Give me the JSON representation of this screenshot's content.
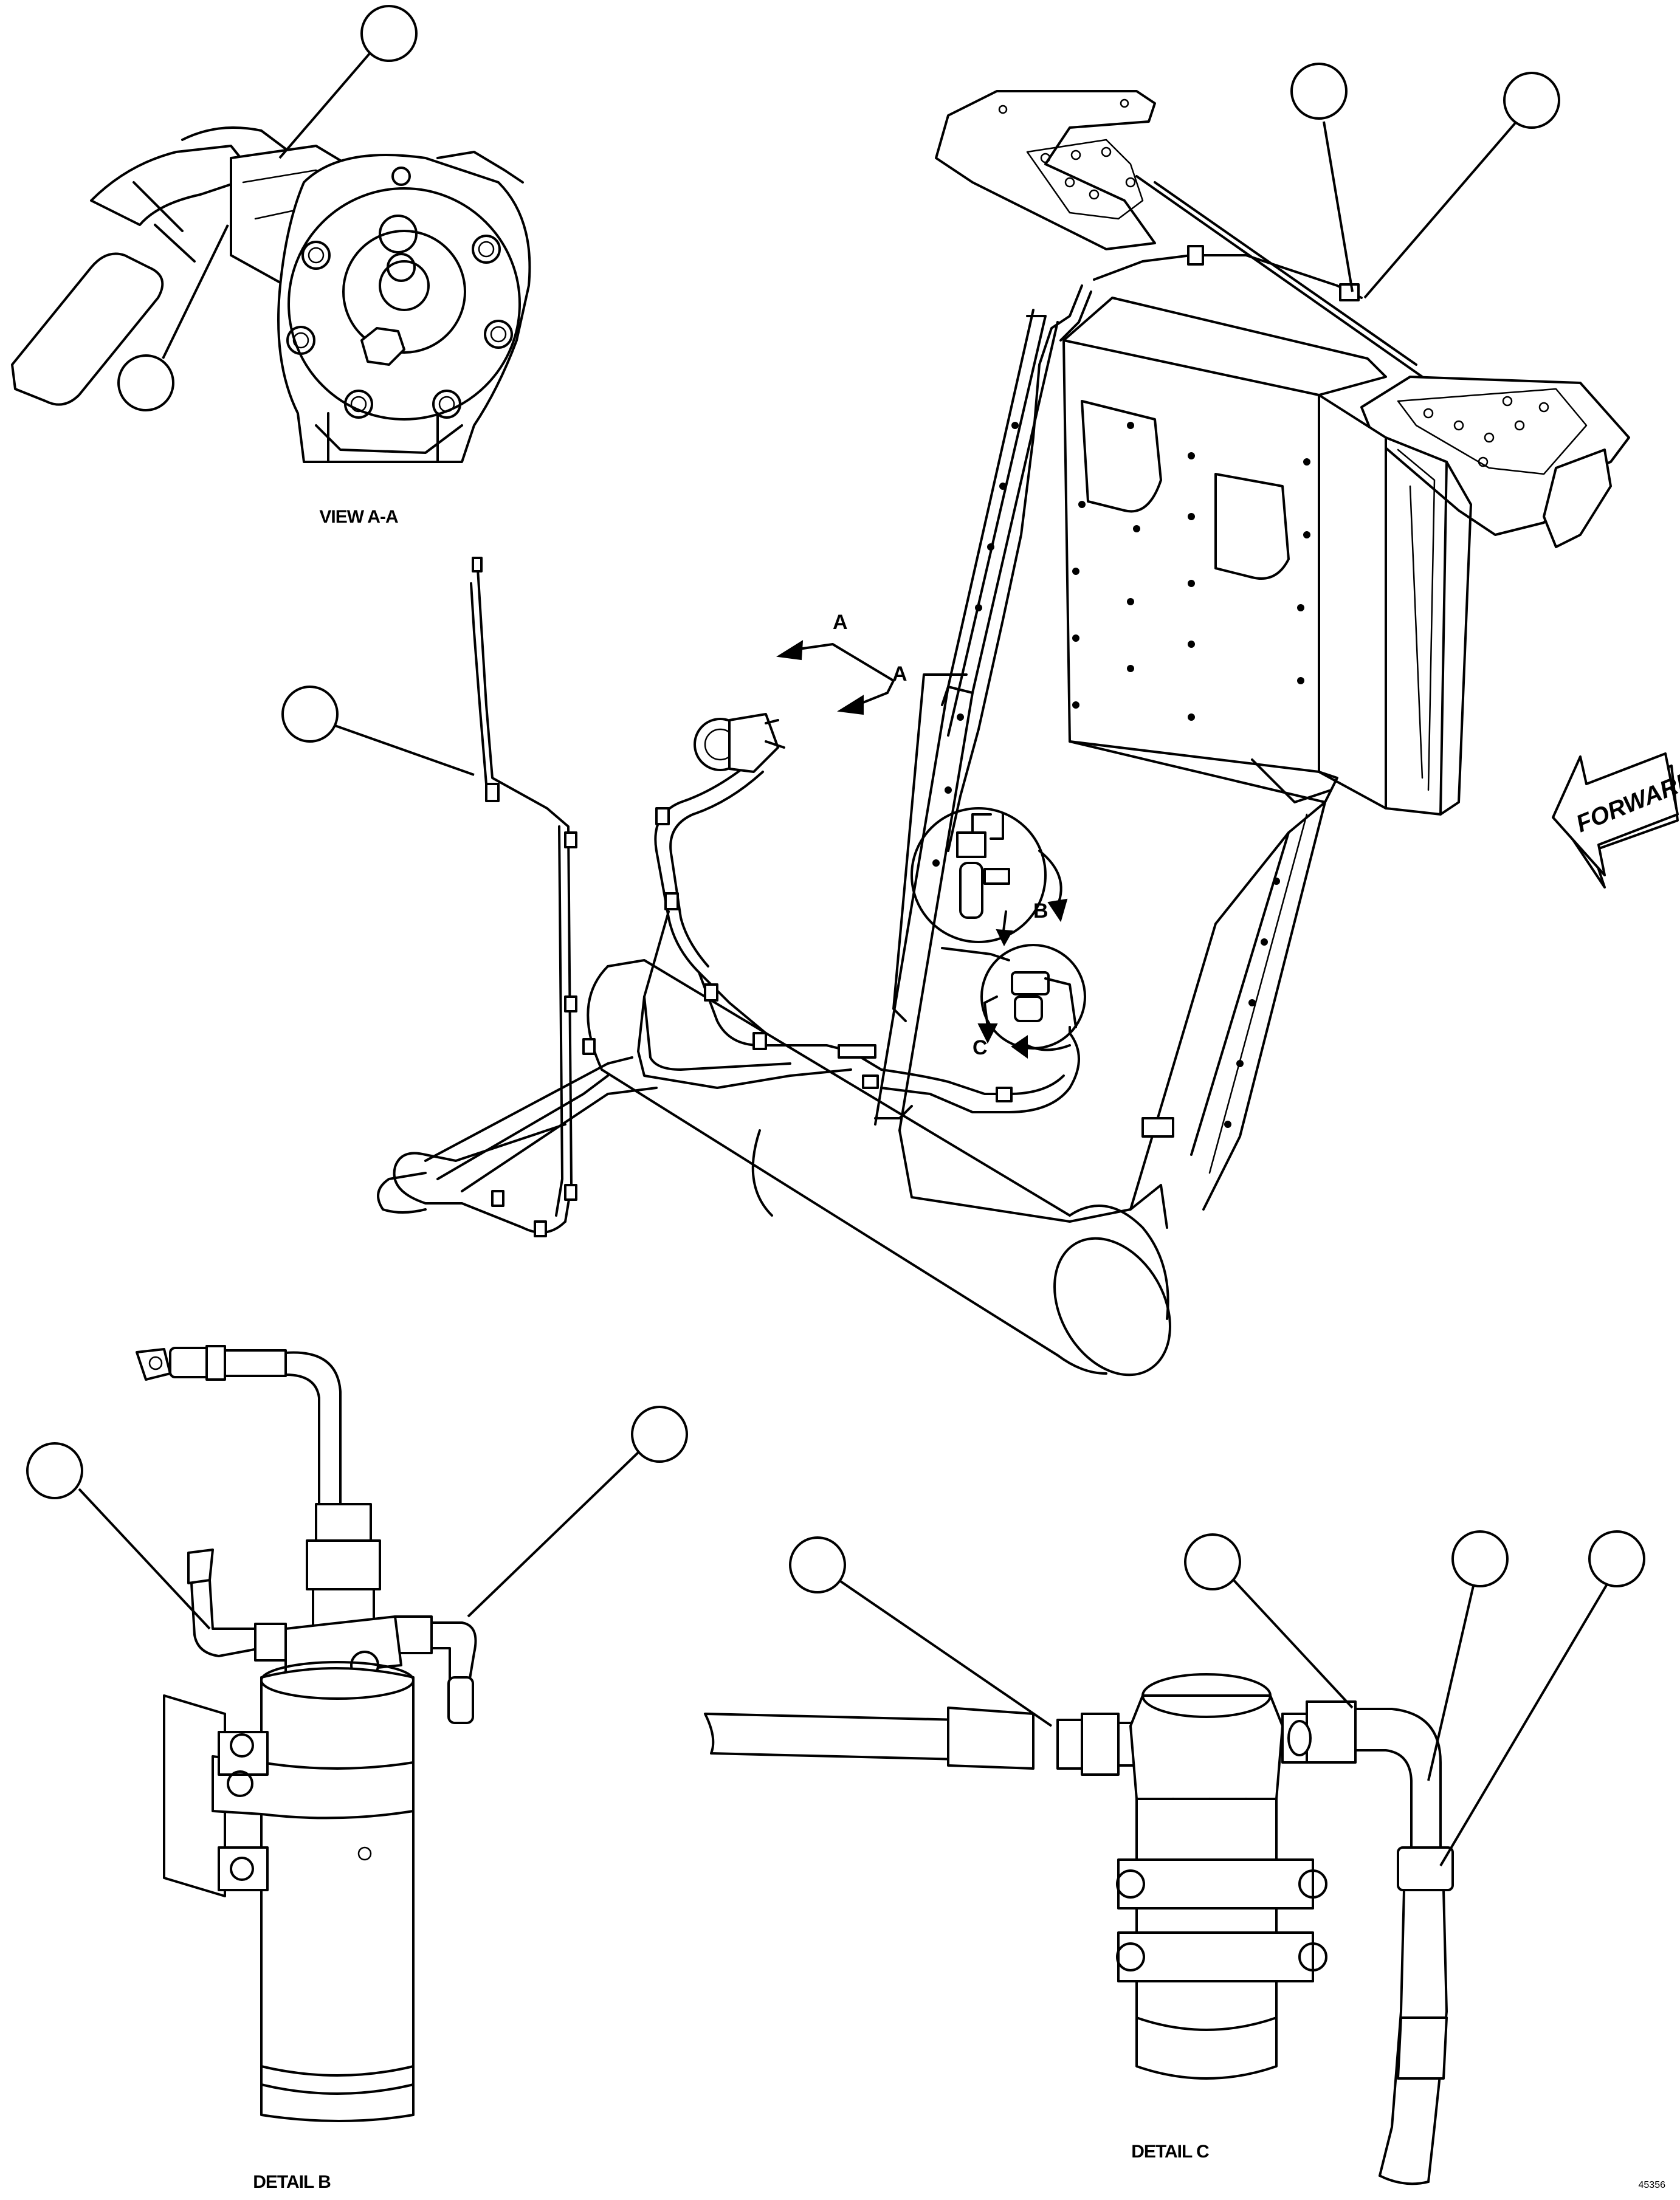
{
  "labels": {
    "view_aa": "VIEW A-A",
    "detail_b": "DETAIL B",
    "detail_c": "DETAIL C",
    "section_a_top": "A",
    "section_a_bottom": "A",
    "detail_b_letter": "B",
    "detail_c_letter": "C",
    "forward": "FORWARD",
    "figure_number": "45356"
  }
}
